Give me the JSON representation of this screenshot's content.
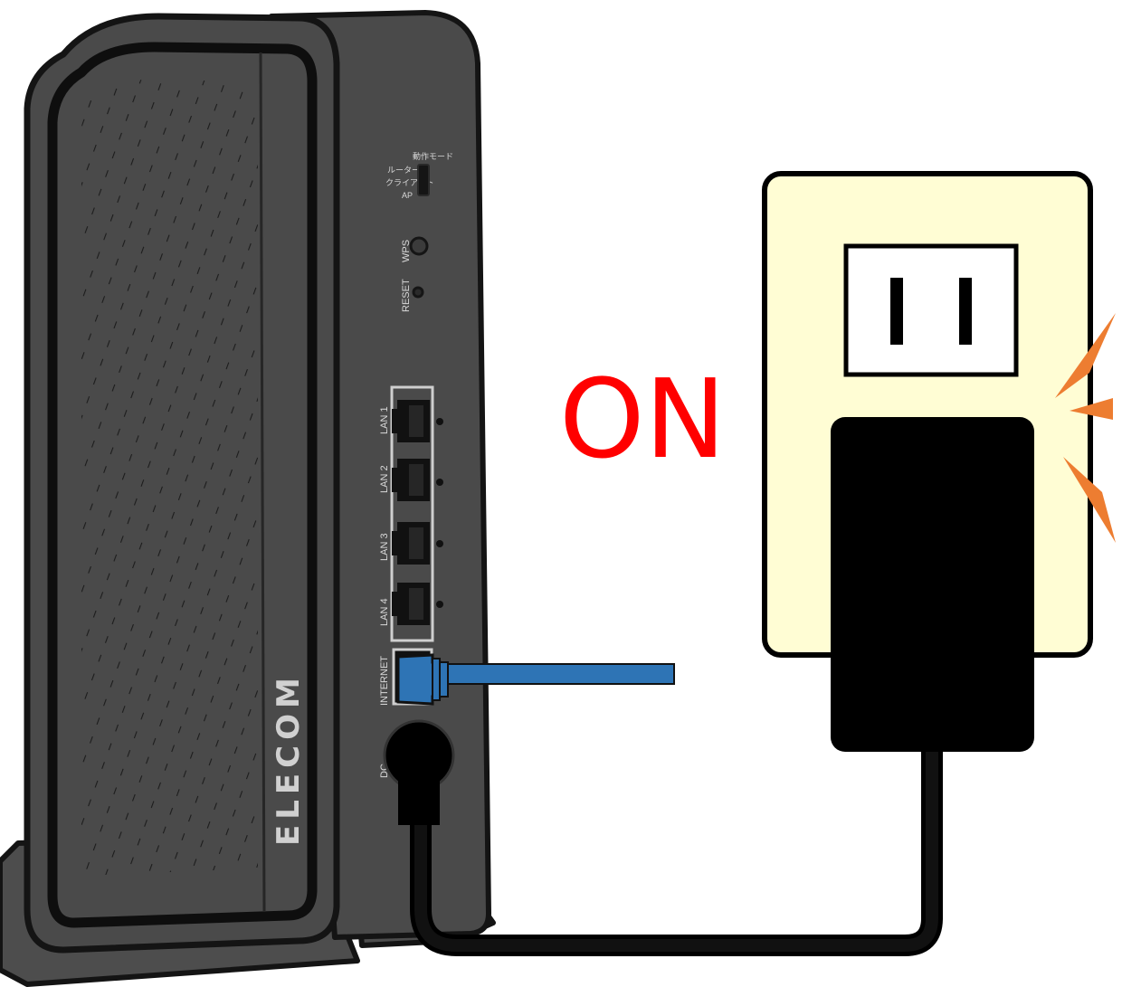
{
  "router": {
    "brand": "ELECOM",
    "mode_switch": {
      "title": "動作モード",
      "options": [
        "ルーター",
        "クライアント",
        "AP"
      ]
    },
    "wps_label": "WPS",
    "reset_label": "RESET",
    "lan_ports": [
      "LAN 1",
      "LAN 2",
      "LAN 3",
      "LAN 4"
    ],
    "internet_label": "INTERNET",
    "dc_label": "DC"
  },
  "power_status": {
    "text": "ON",
    "color": "#ff0000"
  },
  "colors": {
    "router_body": "#4a4a4a",
    "router_outline": "#141414",
    "lan_cable": "#2e74b5",
    "outlet_plate": "#fffdd4",
    "spark": "#ed7d31",
    "adapter": "#000000"
  },
  "icons": {
    "spark": "spark-burst-icon",
    "outlet": "power-outlet-icon",
    "adapter": "ac-adapter-icon"
  }
}
